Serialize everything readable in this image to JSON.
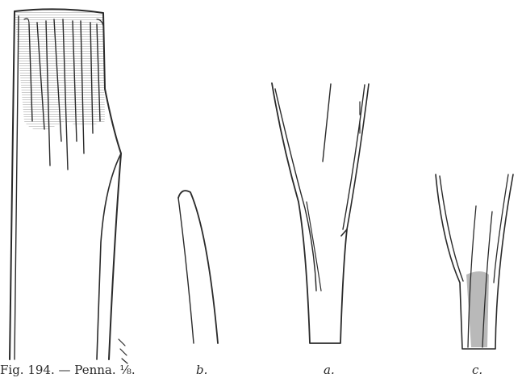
{
  "figure": {
    "caption": "Fig. 194. — Penna.",
    "scale": "⅛.",
    "labels": {
      "b": "b.",
      "a": "a.",
      "c": "c."
    },
    "colors": {
      "ink": "#2a2a2a",
      "hatch": "#9a9a9a",
      "paper": "#ffffff"
    }
  }
}
